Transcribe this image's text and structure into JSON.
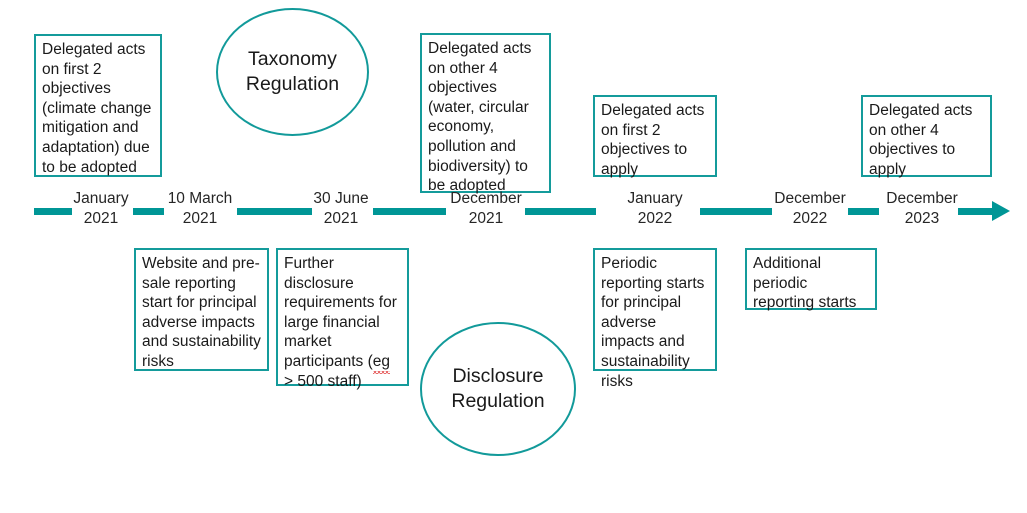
{
  "diagram": {
    "title": "EU Sustainable Finance Regulation Timeline",
    "accent_color": "#009696",
    "box_border_color": "#149b9b",
    "text_color": "#1a1a1a",
    "spellcheck_underline_color": "#e03a3a"
  },
  "circles": [
    {
      "id": "taxonomy",
      "label": "Taxonomy\nRegulation"
    },
    {
      "id": "disclosure",
      "label": "Disclosure\nRegulation"
    }
  ],
  "axis": {
    "labels": [
      {
        "id": "jan-2021",
        "month": "January",
        "year": "2021",
        "text": "January\n2021"
      },
      {
        "id": "mar-2021",
        "month": "10 March",
        "year": "2021",
        "text": "10 March\n2021"
      },
      {
        "id": "jun-2021",
        "month": "30 June",
        "year": "2021",
        "text": "30 June\n2021"
      },
      {
        "id": "dec-2021",
        "month": "December",
        "year": "2021",
        "text": "December\n2021"
      },
      {
        "id": "jan-2022",
        "month": "January",
        "year": "2022",
        "text": "January\n2022"
      },
      {
        "id": "dec-2022",
        "month": "December",
        "year": "2022",
        "text": "December\n2022"
      },
      {
        "id": "dec-2023",
        "month": "December",
        "year": "2023",
        "text": "December\n2023"
      }
    ]
  },
  "boxes_above": [
    {
      "id": "delegated-first-2-adopted",
      "text": "Delegated acts on first 2 objectives (climate change mitigation and adaptation) due to be adopted"
    },
    {
      "id": "delegated-other-4-adopted",
      "text": "Delegated acts on other 4 objectives (water, circular economy, pollution and biodiversity) to be adopted"
    },
    {
      "id": "delegated-first-2-apply",
      "text": "Delegated acts on first 2 objectives to apply"
    },
    {
      "id": "delegated-other-4-apply",
      "text": "Delegated acts on other 4 objectives to apply"
    }
  ],
  "boxes_below": [
    {
      "id": "website-presale-reporting",
      "text": "Website and pre-sale reporting start for principal adverse impacts and sustainability risks"
    },
    {
      "id": "further-disclosure-requirements",
      "text_before": "Further disclosure requirements for large financial market participants (",
      "misspelled": "eg",
      "text_after": " > 500 staff)"
    },
    {
      "id": "periodic-reporting-starts",
      "text": "Periodic reporting starts for principal adverse impacts and sustainability risks"
    },
    {
      "id": "additional-periodic-reporting",
      "text": "Additional periodic reporting starts"
    }
  ]
}
